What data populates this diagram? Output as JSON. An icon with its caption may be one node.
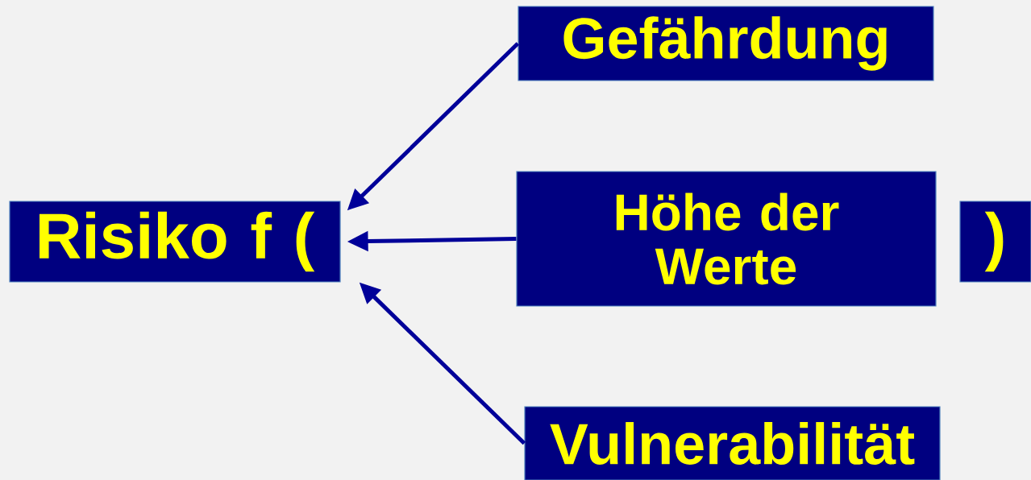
{
  "diagram": {
    "nodes": [
      {
        "text": [
          "Risiko f ("
        ]
      },
      {
        "text": [
          "Gefährdung"
        ]
      },
      {
        "text": [
          "Höhe der Werte"
        ]
      },
      {
        "text": [
          ")"
        ]
      },
      {
        "text": [
          "Vulnerabilität"
        ]
      }
    ],
    "edges": [
      {
        "from": 1,
        "to": 0,
        "arrow": "to"
      },
      {
        "from": 2,
        "to": 0,
        "arrow": "to"
      },
      {
        "from": 4,
        "to": 0,
        "arrow": "to"
      }
    ]
  }
}
